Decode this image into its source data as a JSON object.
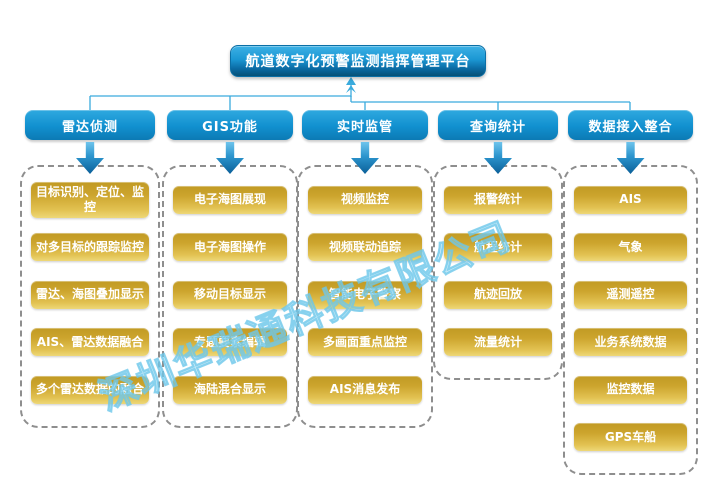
{
  "watermark": "深圳华瑞通科技有限公司",
  "colors": {
    "root_blue_top": "#3cb1e5",
    "root_blue_bottom": "#075076",
    "header_blue": "#1190cf",
    "gold_top": "#c19a24",
    "gold_bottom": "#eed878",
    "connector_blue": "#3aabdd",
    "dashed_border_gray": "#8e8e8e",
    "watermark_blue": "#8ed6f2"
  },
  "diagram": {
    "root": "航道数字化预警监测指挥管理平台",
    "branches": [
      {
        "label": "雷达侦测",
        "items": [
          "目标识别、定位、监控",
          "对多目标的跟踪监控",
          "雷达、海图叠加显示",
          "AIS、雷达数据融合",
          "多个雷达数据的融合"
        ]
      },
      {
        "label": "GIS功能",
        "items": [
          "电子海图展现",
          "电子海图操作",
          "移动目标显示",
          "专题要素编辑",
          "海陆混合显示"
        ]
      },
      {
        "label": "实时监管",
        "items": [
          "视频监控",
          "视频联动追踪",
          "智能电子警察",
          "多画面重点监控",
          "AIS消息发布"
        ]
      },
      {
        "label": "查询统计",
        "items": [
          "报警统计",
          "航程统计",
          "航迹回放",
          "流量统计"
        ]
      },
      {
        "label": "数据接入整合",
        "items": [
          "AIS",
          "气象",
          "遥测遥控",
          "业务系统数据",
          "监控数据",
          "GPS车船"
        ]
      }
    ]
  }
}
